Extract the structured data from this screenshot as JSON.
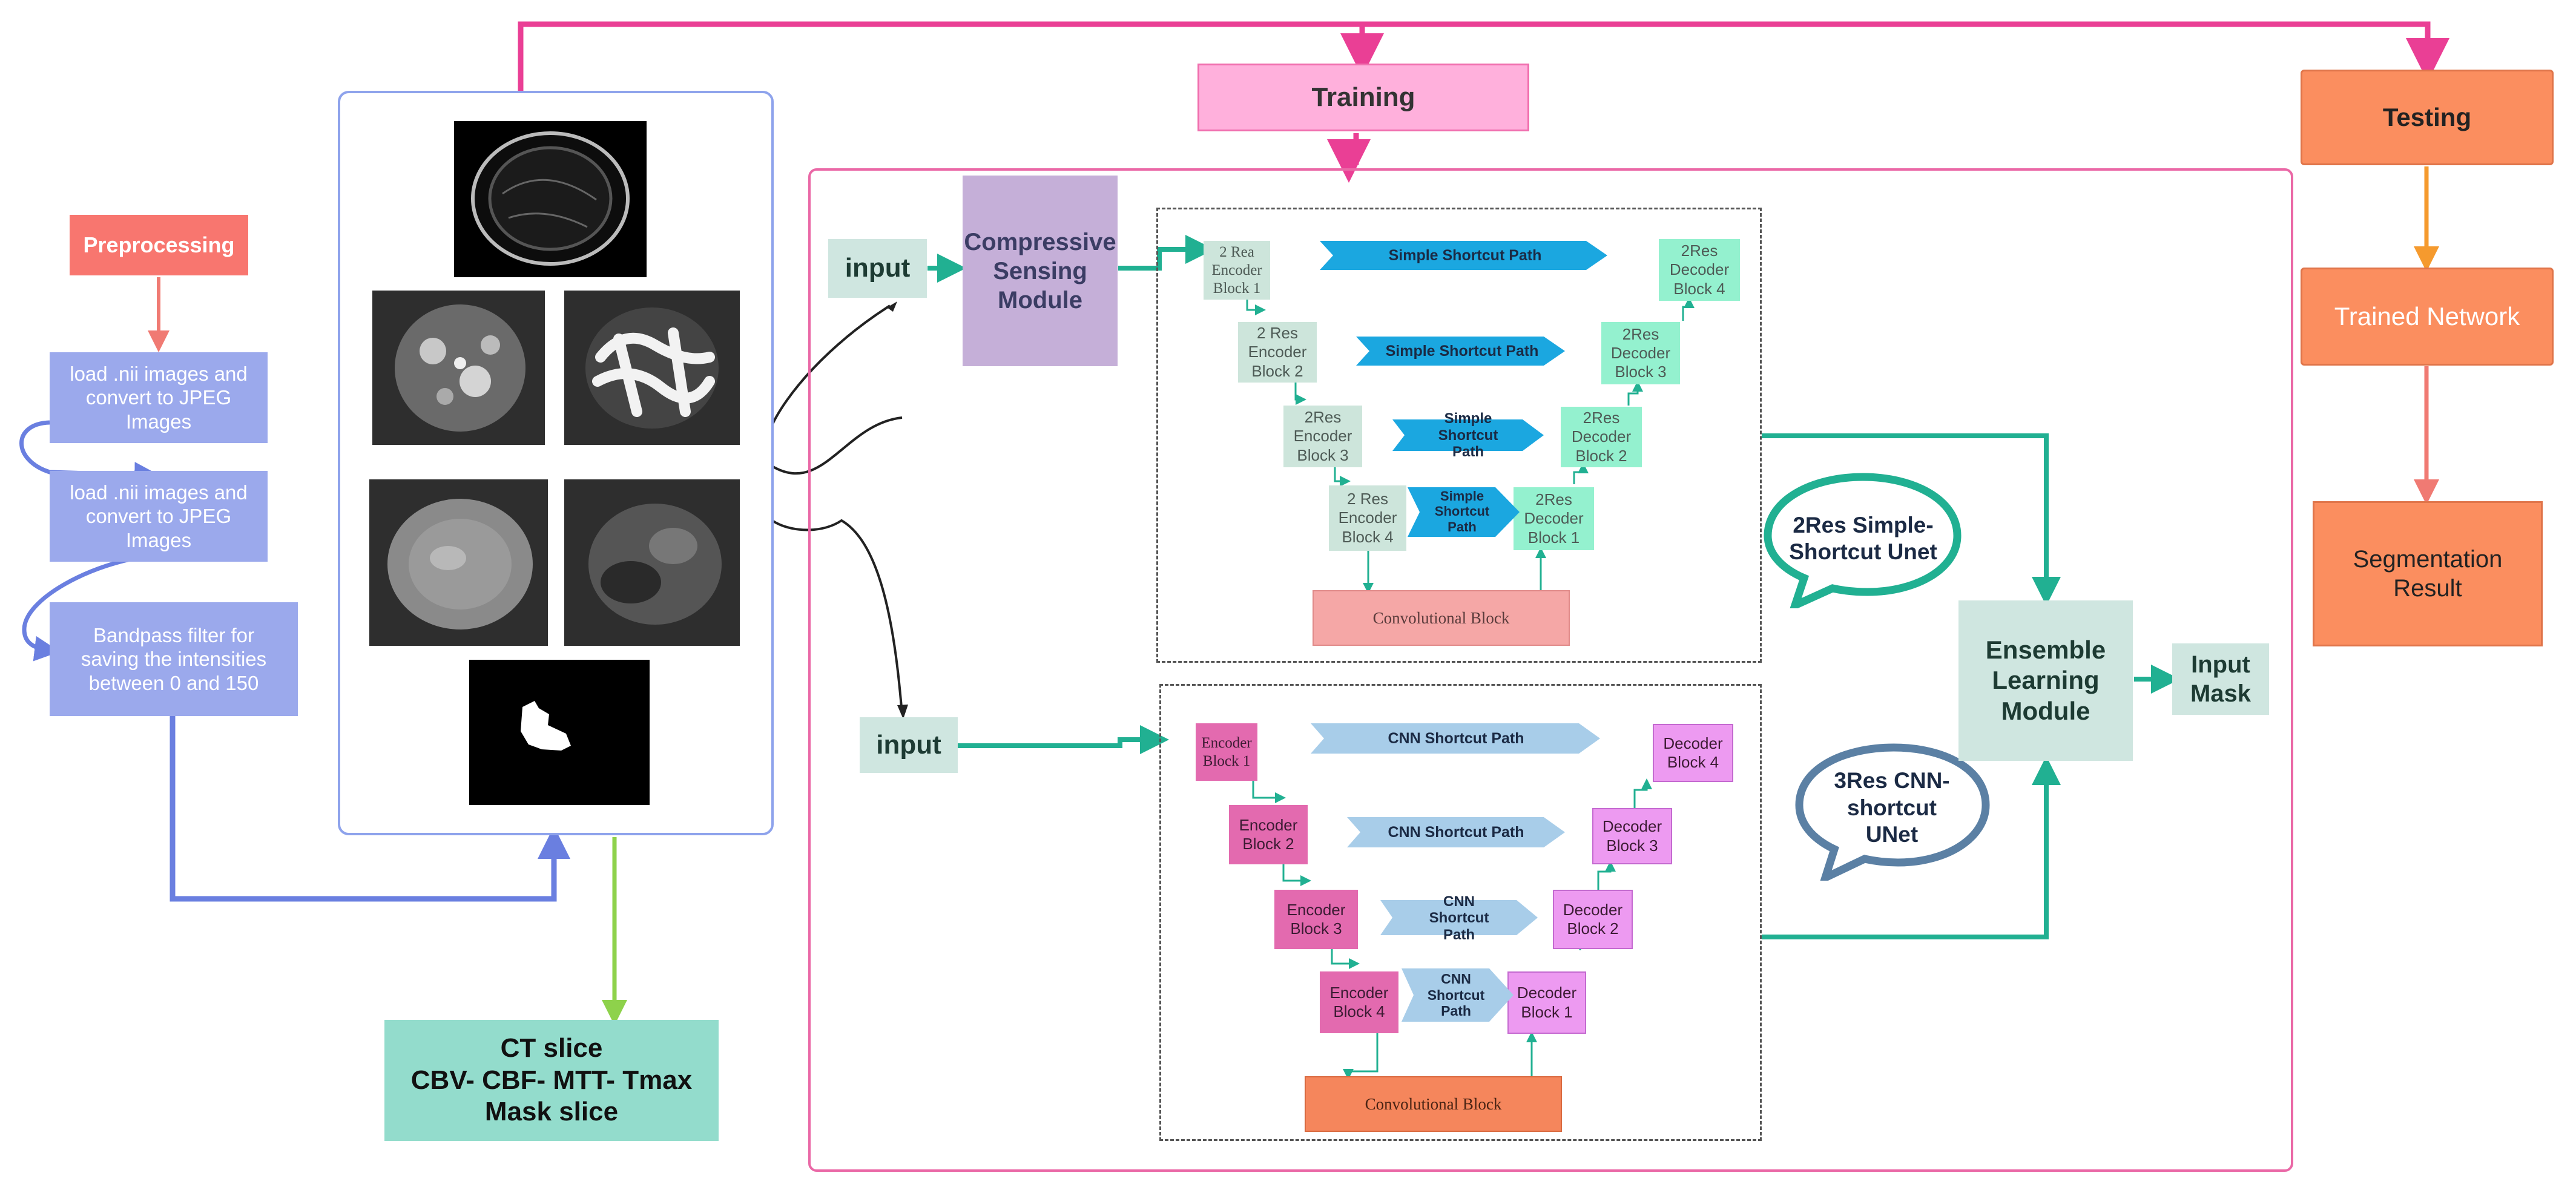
{
  "preprocessing": {
    "title": "Preprocessing",
    "steps": [
      "load .nii images and convert to JPEG Images",
      "load .nii images and convert to JPEG Images",
      "Bandpass filter for saving the intensities between 0 and 150"
    ]
  },
  "slices": {
    "caption_lines": [
      "CT slice",
      "CBV- CBF- MTT- Tmax",
      "Mask slice"
    ]
  },
  "training": {
    "label": "Training"
  },
  "testing": {
    "label": "Testing",
    "trained_network": "Trained Network",
    "segmentation_result": "Segmentation Result"
  },
  "top_network": {
    "input": "input",
    "compressive_sensing": "Compressive Sensing Module",
    "encoders": [
      "2 Rea Encoder Block 1",
      "2 Res Encoder Block 2",
      "2Res Encoder Block 3",
      "2 Res Encoder Block 4"
    ],
    "decoders": [
      "2Res Decoder Block 4",
      "2Res Decoder Block 3",
      "2Res Decoder Block 2",
      "2Res Decoder Block 1"
    ],
    "shortcuts": [
      "Simple Shortcut Path",
      "Simple Shortcut Path",
      "Simple Shortcut Path",
      "Simple Shortcut Path"
    ],
    "conv_block": "Convolutional Block",
    "bubble": "2Res Simple-Shortcut Unet"
  },
  "bottom_network": {
    "input": "input",
    "encoders": [
      "Encoder Block 1",
      "Encoder Block 2",
      "Encoder Block 3",
      "Encoder Block 4"
    ],
    "decoders": [
      "Decoder Block 4",
      "Decoder Block 3",
      "Decoder Block 2",
      "Decoder Block 1"
    ],
    "shortcuts": [
      "CNN Shortcut Path",
      "CNN Shortcut Path",
      "CNN Shortcut Path",
      "CNN Shortcut Path"
    ],
    "conv_block": "Convolutional Block",
    "bubble": "3Res CNN-shortcut UNet"
  },
  "ensemble": {
    "label": "Ensemble Learning Module"
  },
  "output": {
    "label": "Input Mask"
  },
  "colors": {
    "preprocessing": "#f8766f",
    "preprocess_step": "#9ba9ec",
    "training": "#ffb0dc",
    "testing": "#fb8e5f",
    "top_frame": "#ea68a6",
    "teal": "#21b092",
    "pale_teal": "#cfe6e0",
    "purple_module": "#c5afd8",
    "encoder_top": "#cde5db",
    "decoder_top": "#94f1cf",
    "encoder_bottom": "#e36aaf",
    "decoder_bottom": "#ed9af1",
    "conv_top": "#f5a7a6",
    "conv_bottom": "#f5865c",
    "arrow_top": "#1ba7e0",
    "arrow_bottom": "#a8cde9",
    "slice_caption": "#93dccc"
  }
}
